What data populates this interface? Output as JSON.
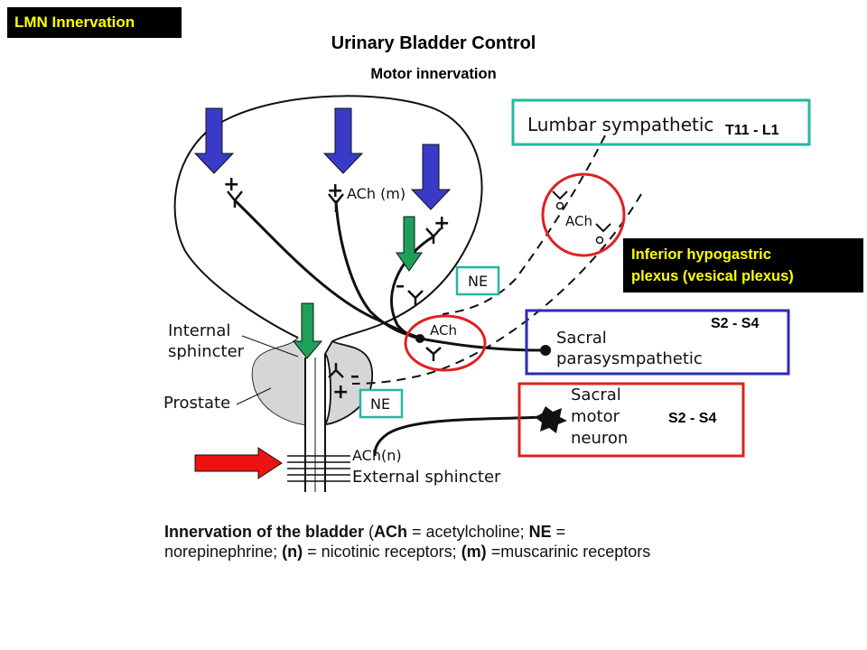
{
  "header": {
    "tag": "LMN Innervation",
    "title": "Urinary Bladder Control",
    "subtitle": "Motor innervation"
  },
  "labels": {
    "t11_l1": "T11 - L1",
    "s2_s4_para": "S2 - S4",
    "s2_s4_motor": "S2 - S4",
    "hypogastric_line1": "Inferior hypogastric",
    "hypogastric_line2": "plexus (vesical plexus)"
  },
  "figure": {
    "lumbar_sympathetic": "Lumbar sympathetic",
    "sacral_para_line1": "Sacral",
    "sacral_para_line2": "parasysmpathetic",
    "sacral_motor_line1": "Sacral",
    "sacral_motor_line2": "motor",
    "sacral_motor_line3": "neuron",
    "internal_line1": "Internal",
    "internal_line2": "sphincter",
    "prostate": "Prostate",
    "ach_m": "ACh (m)",
    "ach_ganglion": "ACh",
    "ach_plexus": "ACh",
    "ach_n": "ACh(n)",
    "external_sphincter": "External sphincter",
    "ne_upper": "NE",
    "ne_lower": "NE",
    "plus": "+",
    "minus": "–"
  },
  "caption": {
    "c1": "Innervation of the bladder",
    "c2": " (",
    "c3": "ACh",
    "c4": " = acetylcholine; ",
    "c5": "NE",
    "c6": " =",
    "c7": "norepinephrine; ",
    "c8": "(n)",
    "c9": " = nicotinic receptors; ",
    "c10": "(m)",
    "c11": " =muscarinic receptors"
  },
  "colors": {
    "tag_bg": "#000000",
    "tag_fg": "#ffff00",
    "teal": "#22b8a0",
    "blue": "#2b2bbb",
    "red": "#e02020",
    "green_arrow": "#1fa05a",
    "blue_arrow": "#3a3ac8",
    "red_arrow": "#ee1111"
  }
}
